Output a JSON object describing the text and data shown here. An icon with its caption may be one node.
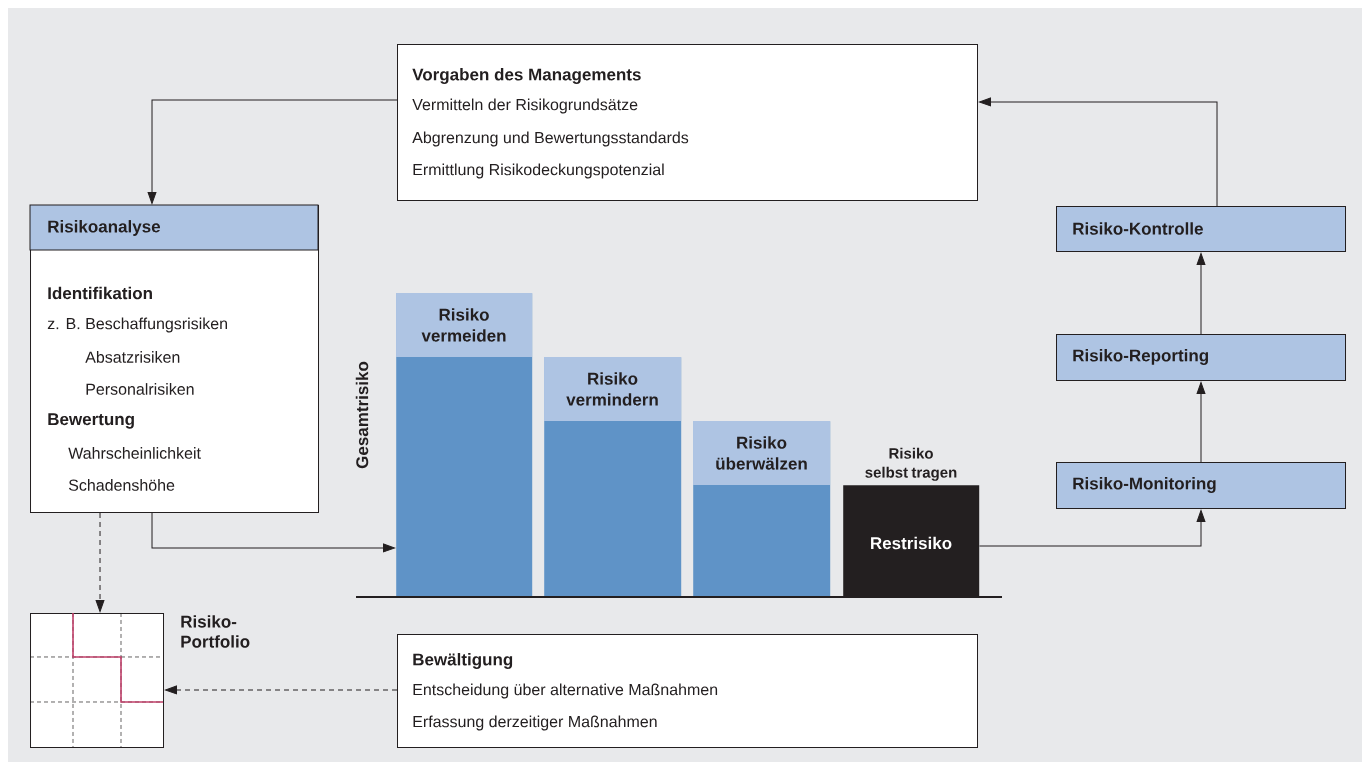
{
  "diagram": {
    "nodes": [
      {
        "text": [
          "Vorgaben des Managements",
          "Vermitteln der Risikogrundsätze",
          "Abgrenzung und Bewertungsstandards",
          "Ermittlung Risikodeckungspotenzial"
        ]
      },
      {
        "text": [
          "Risikoanalyse",
          "Identifikation",
          "z. B. Beschaffungsrisiken",
          "Absatzrisiken",
          "Personalrisiken",
          "Bewertung",
          "Wahrscheinlichkeit",
          "Schadenshöhe"
        ]
      },
      {
        "text": [
          "Risiko-Kontrolle"
        ]
      },
      {
        "text": [
          "Risiko-Reporting"
        ]
      },
      {
        "text": [
          "Risiko-Monitoring"
        ]
      },
      {
        "text": [
          "Risiko vermeiden"
        ]
      },
      {
        "text": [
          "Risiko vermindern"
        ]
      },
      {
        "text": [
          "Risiko überwälzen"
        ]
      },
      {
        "text": [
          "Restrisiko"
        ],
        "beside": [
          "Risiko selbst tragen"
        ]
      },
      {
        "text": [],
        "shape": "box",
        "beside": [
          "Risiko- Portfolio"
        ]
      },
      {
        "text": [
          "Bewältigung",
          "Entscheidung über alternative Maßnahmen",
          "Erfassung derzeitiger Maßnahmen"
        ]
      }
    ],
    "edges": [
      {
        "from": 0,
        "to": 1,
        "arrow": "to"
      },
      {
        "from": 2,
        "to": 0,
        "arrow": "to"
      },
      {
        "from": 3,
        "to": 2,
        "arrow": "to"
      },
      {
        "from": 4,
        "to": 3,
        "arrow": "to"
      },
      {
        "from": 8,
        "to": 4,
        "arrow": "to"
      },
      {
        "from": 1,
        "to": 5,
        "arrow": "to"
      },
      {
        "from": 1,
        "to": 9,
        "arrow": "to",
        "style": "dashed"
      },
      {
        "from": 10,
        "to": 9,
        "arrow": "to",
        "style": "dashed"
      }
    ],
    "labels": [
      "Gesamtrisiko"
    ]
  }
}
